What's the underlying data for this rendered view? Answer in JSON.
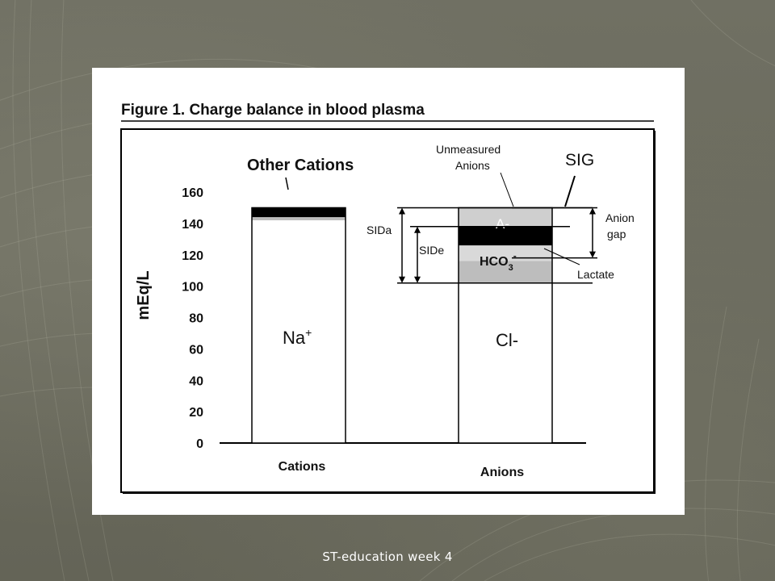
{
  "slide": {
    "footer": "ST-education week 4"
  },
  "chart_data": {
    "type": "bar",
    "stacked": true,
    "title": "Figure 1. Charge balance in blood plasma",
    "ylabel": "mEq/L",
    "ylim": [
      0,
      160
    ],
    "yticks": [
      "0",
      "20",
      "40",
      "60",
      "80",
      "100",
      "120",
      "140",
      "160"
    ],
    "ytick_values": [
      0,
      20,
      40,
      60,
      80,
      100,
      120,
      140,
      160
    ],
    "categories": [
      "Cations",
      "Anions"
    ],
    "stacks": [
      {
        "category": "Cations",
        "segments": [
          {
            "label": "Na+",
            "value": 140,
            "color": "#ffffff"
          },
          {
            "label": "",
            "value": 2,
            "color": "#ffffff"
          },
          {
            "label": "",
            "value": 2,
            "color": "#bdbdbd"
          },
          {
            "label": "Other Cations",
            "value": 6,
            "color": "#000000"
          }
        ]
      },
      {
        "category": "Anions",
        "segments": [
          {
            "label": "Cl-",
            "value": 102,
            "color": "#ffffff"
          },
          {
            "label": "HCO3-",
            "value": 14,
            "color": "#bdbdbd"
          },
          {
            "label": "Lactate",
            "value": 10,
            "color": "#d9d9d9"
          },
          {
            "label": "A-",
            "value": 12,
            "color": "#000000"
          },
          {
            "label": "Unmeasured Anions",
            "value": 12,
            "color": "#cfcfcf"
          }
        ]
      }
    ],
    "annotations": {
      "other_cations": "Other Cations",
      "unmeasured_line1": "Unmeasured",
      "unmeasured_line2": "Anions",
      "sig": "SIG",
      "a_minus": "A-",
      "anion_line1": "Anion",
      "anion_line2": "gap",
      "hco3_main": "HCO",
      "hco3_sub": "3",
      "hco3_sup": "-",
      "lactate": "Lactate",
      "sida": "SIDa",
      "side": "SIDe",
      "na": "Na",
      "na_sup": "+",
      "cl": "Cl-"
    },
    "brackets": {
      "sida": [
        102,
        150
      ],
      "side": [
        102,
        138
      ],
      "anion_gap": [
        118,
        150
      ]
    },
    "grid": false,
    "legend": "none"
  }
}
